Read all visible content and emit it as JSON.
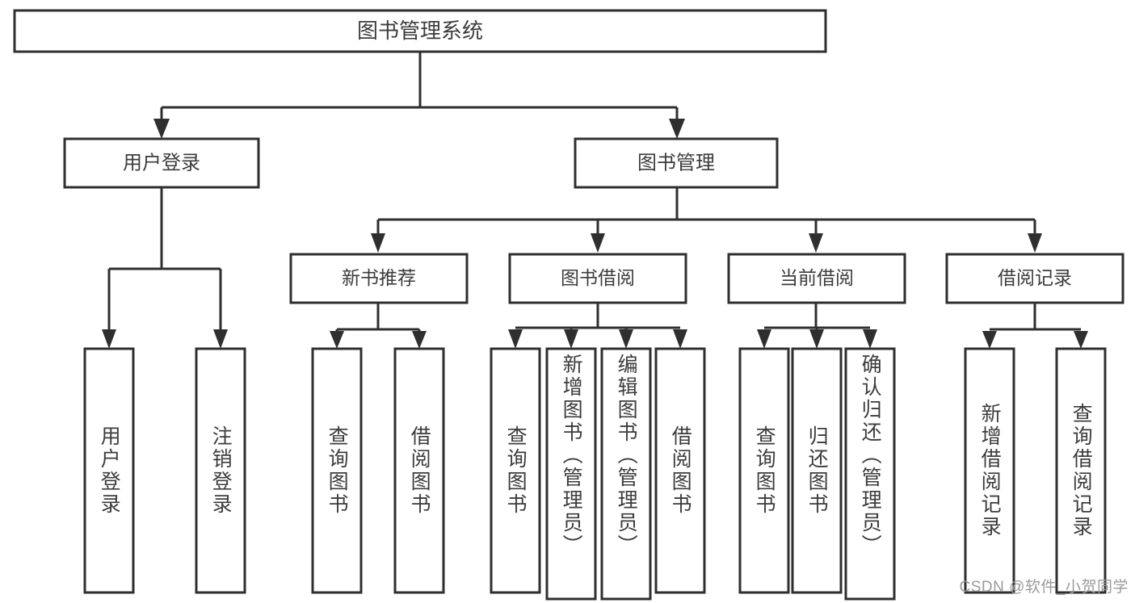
{
  "diagram": {
    "title": "图书管理系统",
    "type": "hierarchy-tree",
    "watermark": "CSDN @软件_小贺同学",
    "colors": {
      "background": "#ffffff",
      "box_stroke": "#2f2f2f",
      "box_fill": "#ffffff",
      "text": "#3c3c3c",
      "connector": "#2f2f2f",
      "watermark": "#9a9a9a"
    },
    "levels": {
      "level1": [
        {
          "id": "root",
          "label": "图书管理系统"
        }
      ],
      "level2": [
        {
          "id": "login",
          "label": "用户登录"
        },
        {
          "id": "bookmgmt",
          "label": "图书管理"
        }
      ],
      "level3": [
        {
          "id": "newbook",
          "label": "新书推荐"
        },
        {
          "id": "borrow",
          "label": "图书借阅"
        },
        {
          "id": "current",
          "label": "当前借阅"
        },
        {
          "id": "records",
          "label": "借阅记录"
        }
      ],
      "leaves": [
        {
          "id": "leaf-1",
          "parent": "login",
          "label": "用户登录"
        },
        {
          "id": "leaf-2",
          "parent": "login",
          "label": "注销登录"
        },
        {
          "id": "leaf-3",
          "parent": "newbook",
          "label": "查询图书"
        },
        {
          "id": "leaf-4",
          "parent": "newbook",
          "label": "借阅图书"
        },
        {
          "id": "leaf-5",
          "parent": "borrow",
          "label": "查询图书"
        },
        {
          "id": "leaf-6",
          "parent": "borrow",
          "label": "新增图书（管理员）"
        },
        {
          "id": "leaf-7",
          "parent": "borrow",
          "label": "编辑图书（管理员）"
        },
        {
          "id": "leaf-8",
          "parent": "borrow",
          "label": "借阅图书"
        },
        {
          "id": "leaf-9",
          "parent": "current",
          "label": "查询图书"
        },
        {
          "id": "leaf-10",
          "parent": "current",
          "label": "归还图书"
        },
        {
          "id": "leaf-11",
          "parent": "current",
          "label": "确认归还（管理员）"
        },
        {
          "id": "leaf-12",
          "parent": "records",
          "label": "新增借阅记录"
        },
        {
          "id": "leaf-13",
          "parent": "records",
          "label": "查询借阅记录"
        }
      ]
    }
  }
}
